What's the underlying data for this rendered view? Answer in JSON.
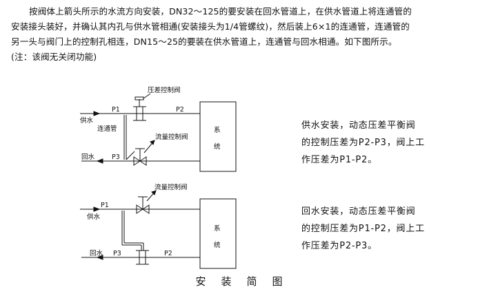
{
  "instructions": {
    "line1": "按阀体上箭头所示的水流方向安装，DN32～125的要安装在回水管道上，在供水管道上将连通管的",
    "line2": "安装接头装好，并确认其内孔与供水管相通(安装接头为1/4管螺纹)，然后装上6×1的连通管，连通管的",
    "line3": "另一头与阀门上的控制孔相连，DN15～25的要装在供水管道上，连通管与回水相通。如下图所示。",
    "line4": "(注：该阀无关闭功能)"
  },
  "diagram1": {
    "label_supply": "供水",
    "label_return": "回水",
    "label_p1": "P1",
    "label_p2": "P2",
    "label_p3": "P3",
    "label_connect": "连通管",
    "label_dp_valve": "压差控制阀",
    "label_flow_valve": "流量控制阀",
    "system_line1": "系",
    "system_line2": "统"
  },
  "diagram2": {
    "label_supply": "供水",
    "label_return": "回水",
    "label_p1": "P1",
    "label_p2": "P2",
    "label_p3": "P3",
    "label_flow_valve": "流量控制阀",
    "system_line1": "系",
    "system_line2": "统"
  },
  "note1": {
    "line1": "供水安装，动态压差平衡阀",
    "line2": "的控制压差为P2-P3，阀上工",
    "line3": "作压差为P1-P2。"
  },
  "note2": {
    "line1": "回水安装，动态压差平衡阀",
    "line2": "的控制压差为P1-P2，阀上工",
    "line3": "作压差为P2-P3。"
  },
  "caption": "安装简图"
}
